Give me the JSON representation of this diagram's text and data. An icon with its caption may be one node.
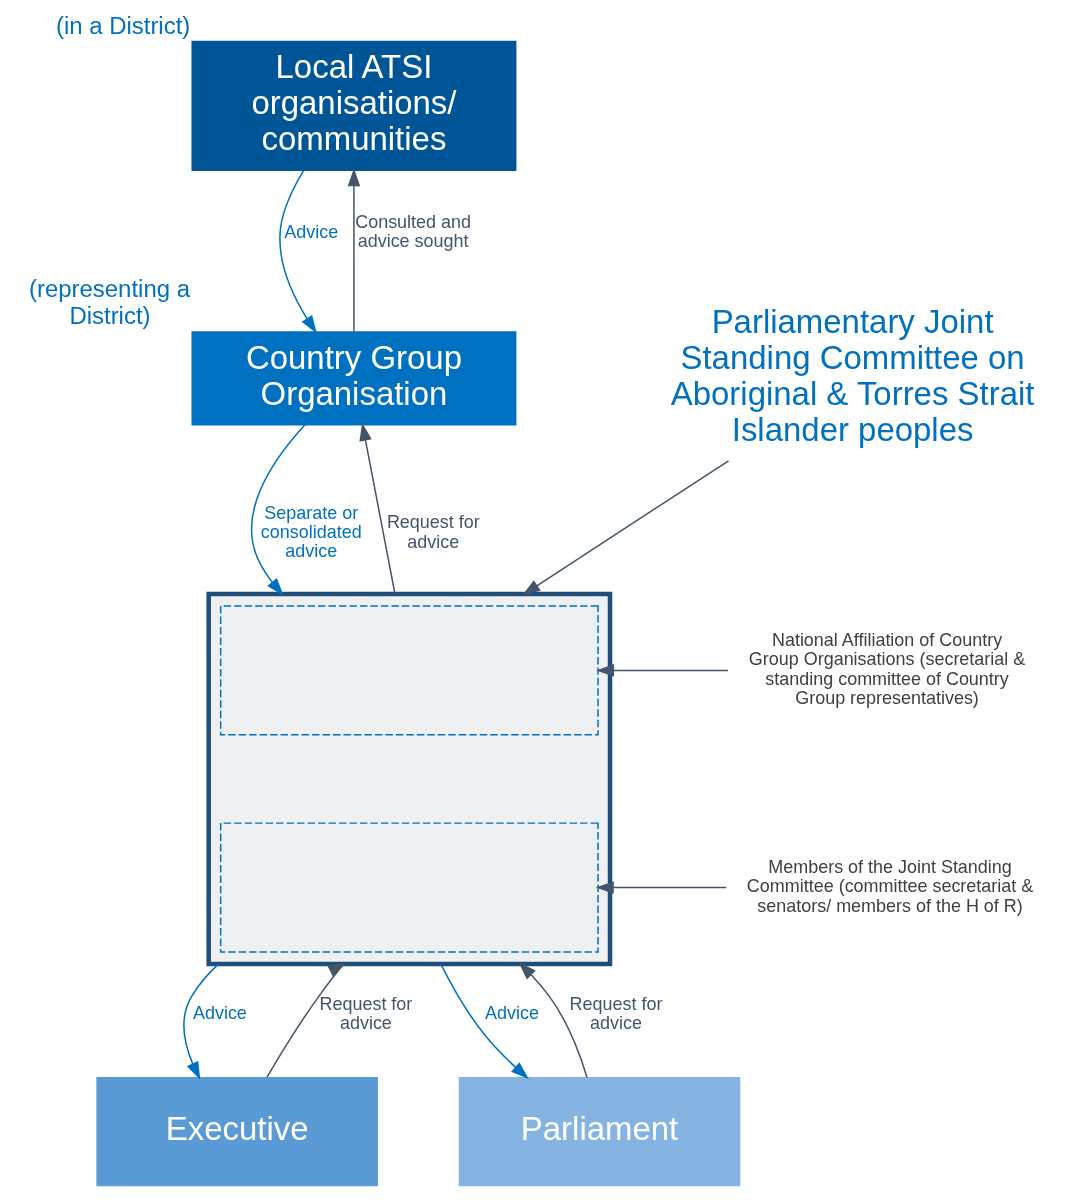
{
  "diagram": {
    "nodes": [
      {
        "text": [
          "Local ATSI organisations/ communities"
        ],
        "beside": [
          "(in a District)"
        ]
      },
      {
        "text": [
          "Country Group Organisation"
        ],
        "beside": [
          "(representing a District)"
        ]
      },
      {
        "text": [],
        "shape": "box"
      },
      {
        "text": [],
        "shape": "box",
        "in": 2
      },
      {
        "text": [],
        "shape": "box",
        "in": 2
      },
      {
        "text": [
          "Parliamentary Joint Standing Committee on Aboriginal & Torres Strait Islander peoples"
        ]
      },
      {
        "text": [
          "National Affiliation of Country Group Organisations (secretarial & standing committee of Country Group representatives)"
        ]
      },
      {
        "text": [
          "Members of the Joint Standing Committee (committee secretariat & senators/ members of the H of R)"
        ]
      },
      {
        "text": [
          "Executive"
        ]
      },
      {
        "text": [
          "Parliament"
        ]
      }
    ],
    "edges": [
      {
        "from": 0,
        "to": 1,
        "arrow": "to",
        "label": "Advice",
        "color": "#0070c0"
      },
      {
        "from": 1,
        "to": 0,
        "arrow": "to",
        "label": "Consulted and advice sought"
      },
      {
        "from": 1,
        "to": 2,
        "arrow": "to",
        "label": "Separate or consolidated advice",
        "color": "#0070c0"
      },
      {
        "from": 2,
        "to": 1,
        "arrow": "to",
        "label": "Request for advice"
      },
      {
        "from": 5,
        "to": 2,
        "arrow": "to"
      },
      {
        "from": 6,
        "to": 3,
        "arrow": "to"
      },
      {
        "from": 7,
        "to": 4,
        "arrow": "to"
      },
      {
        "from": 2,
        "to": 8,
        "arrow": "to",
        "label": "Advice",
        "color": "#0070c0"
      },
      {
        "from": 8,
        "to": 2,
        "arrow": "to",
        "label": "Request for advice"
      },
      {
        "from": 2,
        "to": 9,
        "arrow": "to",
        "label": "Advice",
        "color": "#0070c0"
      },
      {
        "from": 9,
        "to": 2,
        "arrow": "to",
        "label": "Request for advice"
      }
    ]
  }
}
